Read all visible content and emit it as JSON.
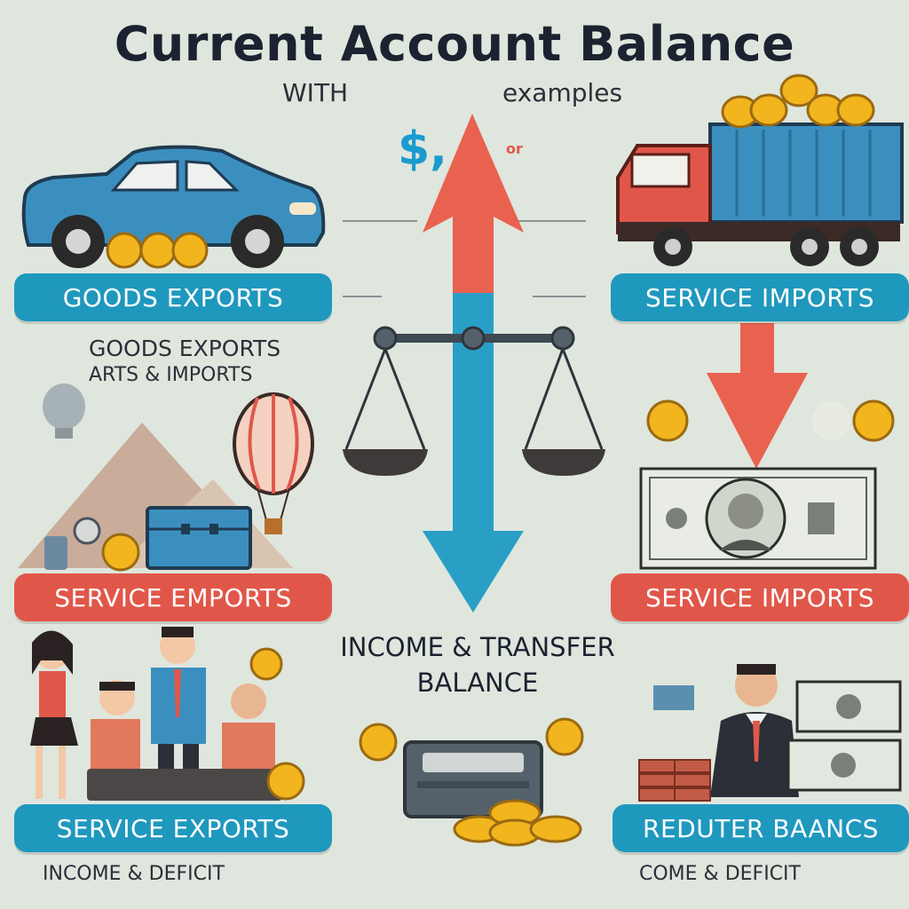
{
  "title": "Current Account Balance",
  "subtitle_left": "WITH",
  "subtitle_right": "examples",
  "dollar_mark": "$,",
  "small_mark": "or",
  "banners": {
    "goods_exports": "GOODS EXPORTS",
    "service_imports_top": "SERVICE IMPORTS",
    "service_emports": "SERVICE EMPORTS",
    "service_imports_mid": "SERVICE IMPORTS",
    "service_exports": "SERVICE EXPORTS",
    "reduter_bancs": "REDUTER BAANCS"
  },
  "middle_text": {
    "line1": "GOODS EXPORTS",
    "line2": "ARTS & IMPORTS"
  },
  "center_text": {
    "line1": "INCOME & TRANSFER",
    "line2": "BALANCE"
  },
  "footer": {
    "left": "INCOME &  DEFICIT",
    "right": "COME &   DEFICIT"
  },
  "colors": {
    "blue_banner": "#1f98be",
    "red_banner": "#e0574a",
    "arrow_up": "#e9614f",
    "arrow_down": "#2a9fc6",
    "coin": "#f2b51e"
  },
  "icons": [
    "car-icon",
    "truck-icon",
    "coin-icon",
    "scale-icon",
    "balloon-icon",
    "suitcase-icon",
    "banknote-icon",
    "people-icon",
    "atm-icon",
    "businessman-icon"
  ]
}
